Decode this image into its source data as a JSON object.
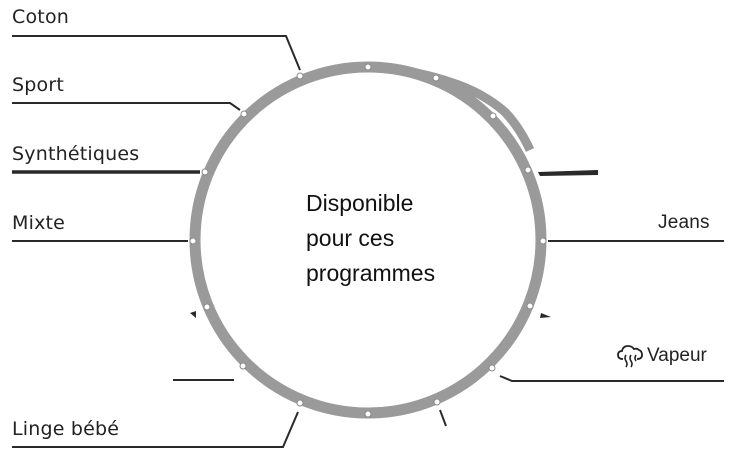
{
  "center_text": {
    "line1": "Disponible",
    "line2": "pour ces",
    "line3": "programmes"
  },
  "programs": {
    "coton": "Coton",
    "sport": "Sport",
    "synthetiques": "Synthétiques",
    "mixte": "Mixte",
    "linge_bebe": "Linge bébé",
    "jeans": "Jeans",
    "vapeur": "Vapeur"
  },
  "icons": {
    "vapeur_icon": "steam-cloud-icon"
  },
  "colors": {
    "dial_ring": "#9a9a9a",
    "line": "#2a2a2a",
    "text": "#222222"
  }
}
